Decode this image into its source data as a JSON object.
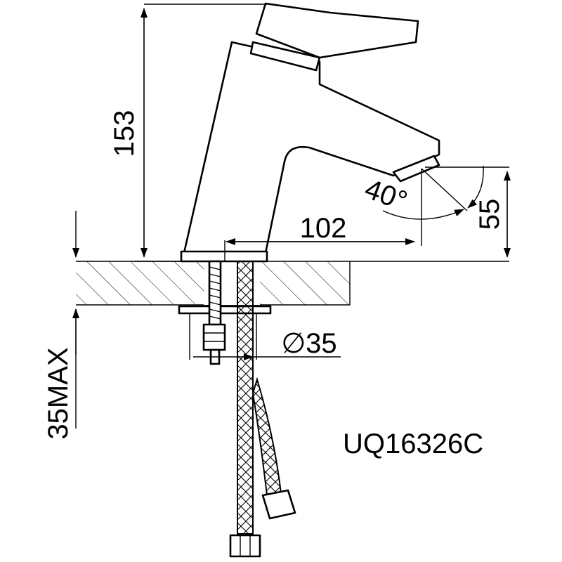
{
  "dimensions": {
    "height": "153",
    "spout_reach": "102",
    "spout_height": "55",
    "angle": "40°",
    "shank_diameter": "∅35",
    "max_thickness": "35MAX"
  },
  "model": "UQ16326C"
}
